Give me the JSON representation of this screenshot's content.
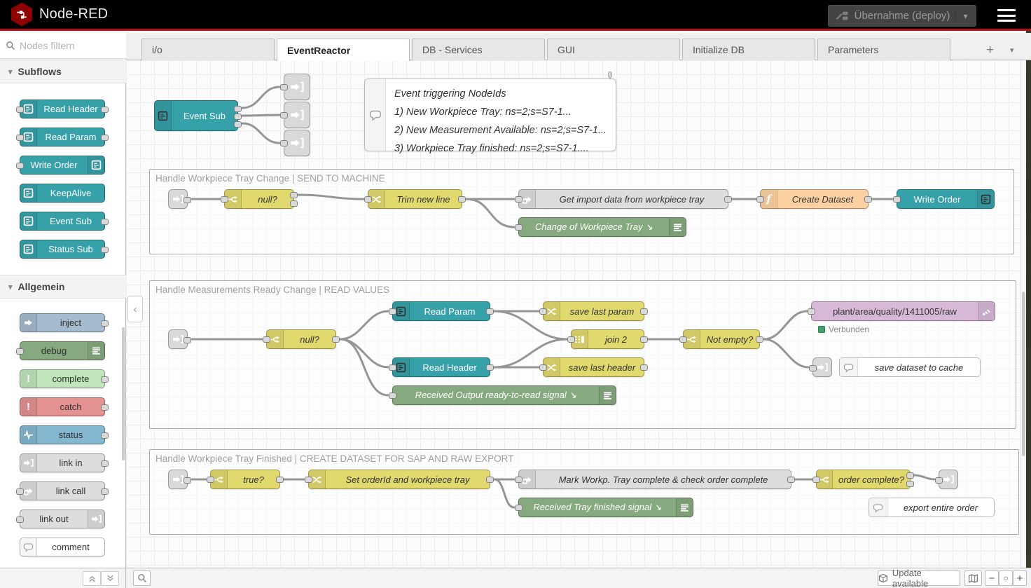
{
  "header": {
    "title": "Node-RED",
    "deploy": "Übernahme (deploy)"
  },
  "palette": {
    "search_placeholder": "Nodes filtern",
    "category_subflows": "Subflows",
    "category_general": "Allgemein",
    "subflows": [
      "Read Header",
      "Read Param",
      "Write Order",
      "KeepAlive",
      "Event Sub",
      "Status Sub"
    ],
    "general": [
      "inject",
      "debug",
      "complete",
      "catch",
      "status",
      "link in",
      "link call",
      "link out",
      "comment"
    ]
  },
  "tabs": [
    "i/o",
    "EventReactor",
    "DB - Services",
    "GUI",
    "Initialize DB",
    "Parameters"
  ],
  "note": {
    "title": "Event triggering NodeIds",
    "line1": "1) New Workpiece Tray: ns=2;s=S7-1...",
    "line2": "2) New Measurement Available: ns=2;s=S7-1...",
    "line3": "3) Workpiece Tray finished: ns=2;s=S7-1...."
  },
  "flow": {
    "event_sub": "Event Sub",
    "g1": {
      "label": "Handle Workpiece Tray Change | SEND TO MACHINE",
      "null_switch": "null?",
      "trim": "Trim new line",
      "get_import": "Get import data from workpiece tray",
      "create_dataset": "Create Dataset",
      "write_order": "Write Order",
      "debug": "Change of Workpiece Tray ↘"
    },
    "g2": {
      "label": "Handle Measurements Ready Change | READ VALUES",
      "null_switch": "null?",
      "read_param": "Read Param",
      "read_header": "Read Header",
      "save_param": "save last param",
      "save_header": "save last header",
      "join": "join 2",
      "not_empty": "Not empty?",
      "mqtt": "plant/area/quality/1411005/raw",
      "mqtt_status": "Verbunden",
      "debug": "Received Output ready-to-read signal ↘",
      "cache_note": "save dataset to cache"
    },
    "g3": {
      "label": "Handle Workpiece Tray Finished | CREATE DATASET FOR SAP AND RAW EXPORT",
      "true_switch": "true?",
      "set_order": "Set orderId and workpiece tray",
      "mark": "Mark Workp. Tray complete & check order complete",
      "order_complete": "order complete?",
      "debug": "Received Tray finished signal ↘",
      "export_note": "export entire order"
    }
  },
  "footer": {
    "update": "Update available",
    "zoom_out": "−",
    "zoom_reset": "○",
    "zoom_in": "+"
  },
  "colors": {
    "accent_red": "#b30d17",
    "subflow_teal": "#36a1a9",
    "function_yellow": "#e2d96e",
    "function_orange": "#fdd0a2",
    "debug_green": "#87a980",
    "link_gray": "#d9d9d9",
    "mqtt_purple": "#d7b9d7",
    "status_connected_green": "#44a06c"
  }
}
